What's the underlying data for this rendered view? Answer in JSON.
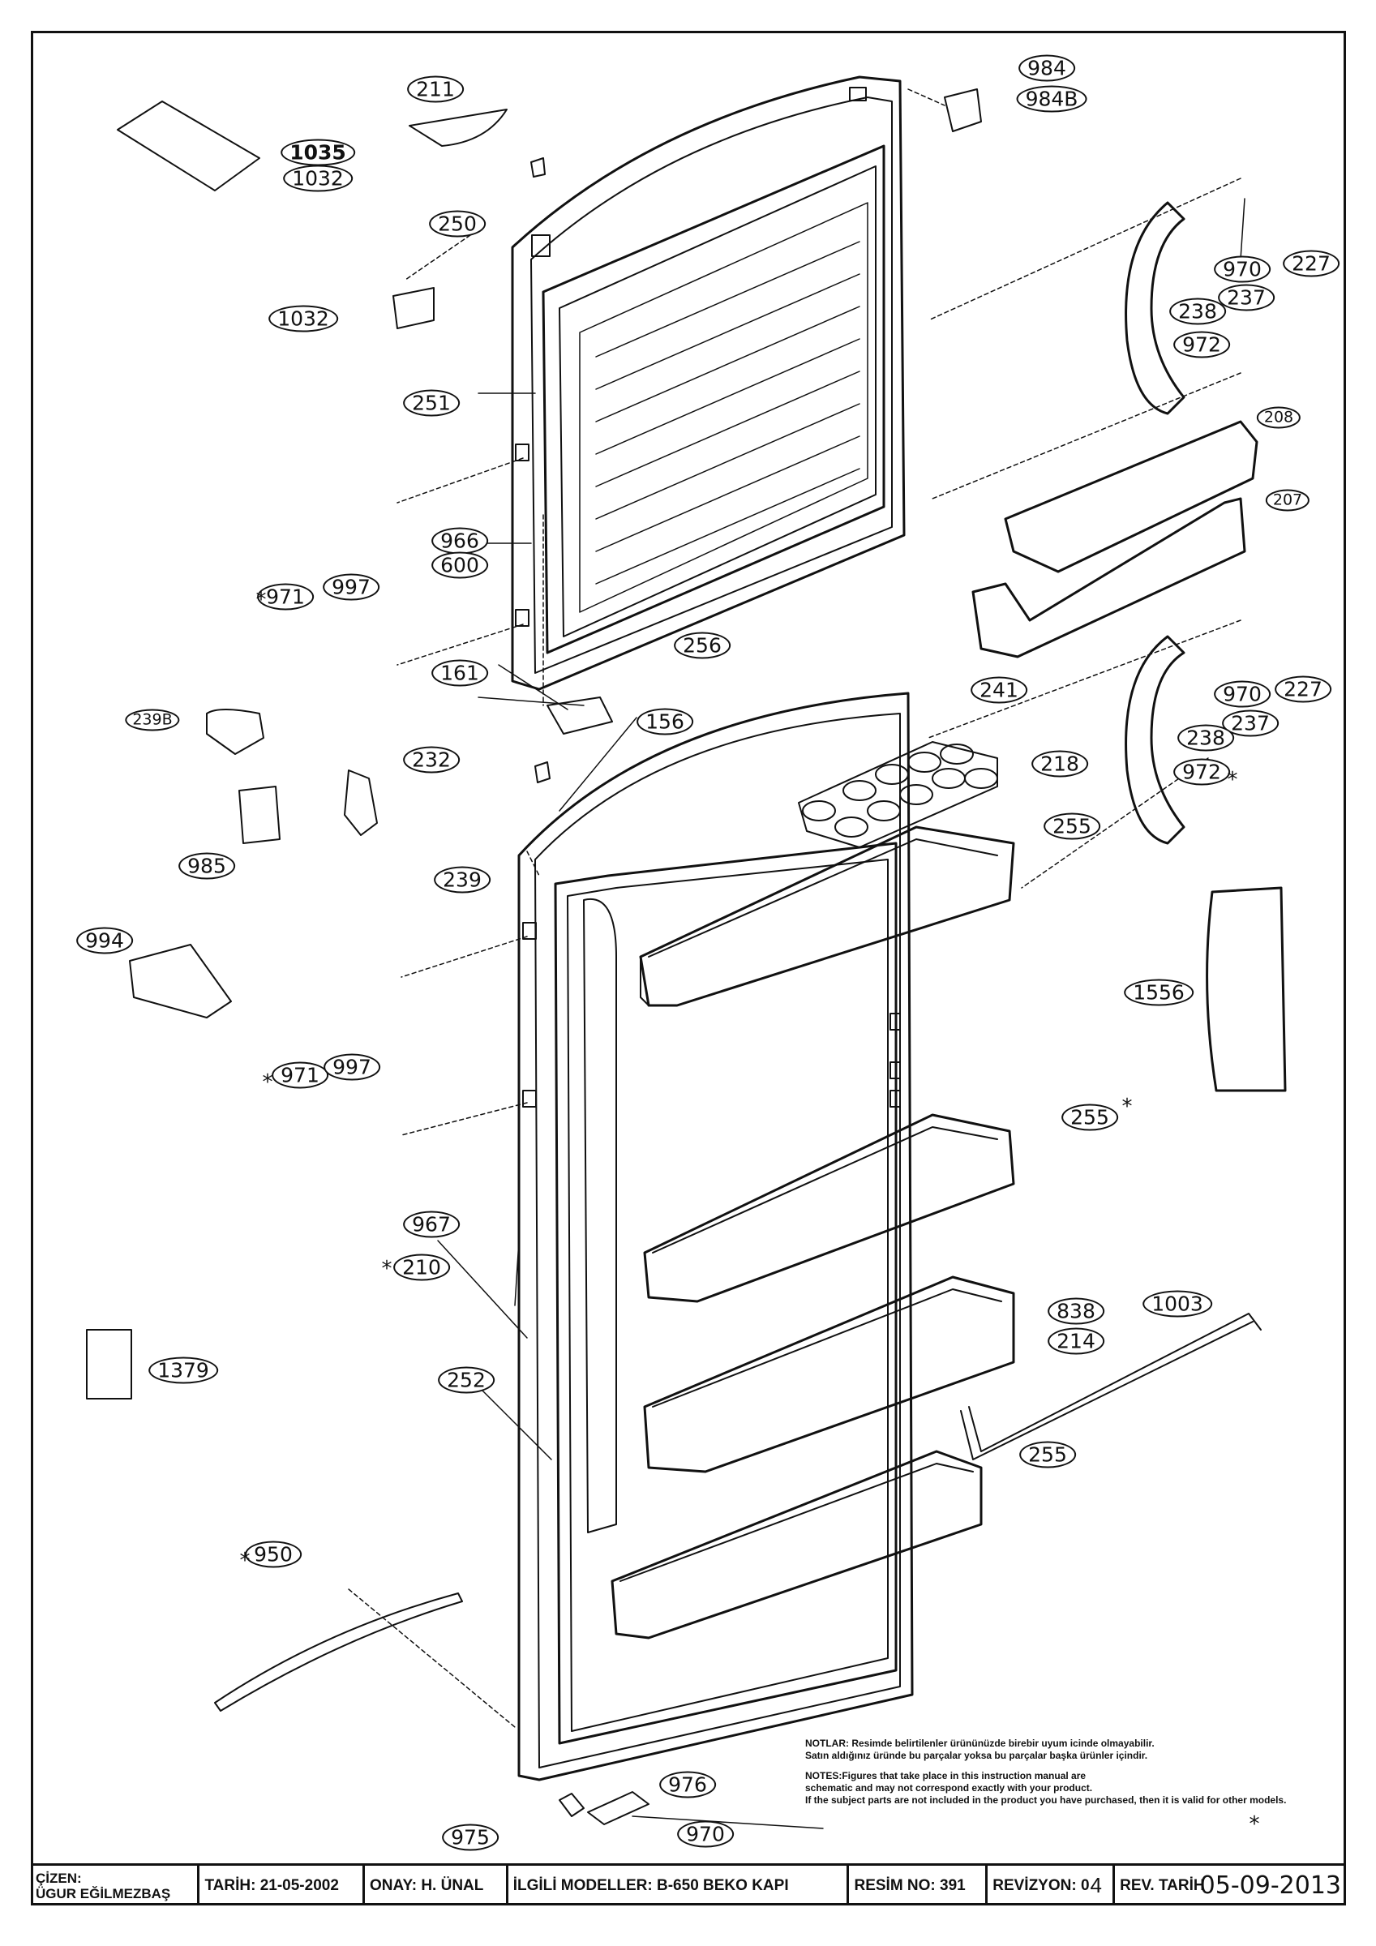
{
  "diagram": {
    "labels": [
      {
        "id": "211",
        "text": "211"
      },
      {
        "id": "1035",
        "text": "1035"
      },
      {
        "id": "1032a",
        "text": "1032"
      },
      {
        "id": "250",
        "text": "250"
      },
      {
        "id": "1032b",
        "text": "1032"
      },
      {
        "id": "251",
        "text": "251"
      },
      {
        "id": "966",
        "text": "966"
      },
      {
        "id": "600",
        "text": "600"
      },
      {
        "id": "971a",
        "text": "971"
      },
      {
        "id": "997a",
        "text": "997"
      },
      {
        "id": "256",
        "text": "256"
      },
      {
        "id": "161",
        "text": "161"
      },
      {
        "id": "239b",
        "text": "239B"
      },
      {
        "id": "156",
        "text": "156"
      },
      {
        "id": "232",
        "text": "232"
      },
      {
        "id": "985",
        "text": "985"
      },
      {
        "id": "239",
        "text": "239"
      },
      {
        "id": "994",
        "text": "994"
      },
      {
        "id": "971b",
        "text": "971"
      },
      {
        "id": "997b",
        "text": "997"
      },
      {
        "id": "967",
        "text": "967"
      },
      {
        "id": "210",
        "text": "210"
      },
      {
        "id": "1379",
        "text": "1379"
      },
      {
        "id": "252",
        "text": "252"
      },
      {
        "id": "950",
        "text": "950"
      },
      {
        "id": "975",
        "text": "975"
      },
      {
        "id": "976",
        "text": "976"
      },
      {
        "id": "970c",
        "text": "970"
      },
      {
        "id": "984",
        "text": "984"
      },
      {
        "id": "984b",
        "text": "984B"
      },
      {
        "id": "970a",
        "text": "970"
      },
      {
        "id": "227a",
        "text": "227"
      },
      {
        "id": "237a",
        "text": "237"
      },
      {
        "id": "238a",
        "text": "238"
      },
      {
        "id": "972a",
        "text": "972"
      },
      {
        "id": "208",
        "text": "208"
      },
      {
        "id": "207",
        "text": "207"
      },
      {
        "id": "241",
        "text": "241"
      },
      {
        "id": "970b",
        "text": "970"
      },
      {
        "id": "227b",
        "text": "227"
      },
      {
        "id": "237b",
        "text": "237"
      },
      {
        "id": "238b",
        "text": "238"
      },
      {
        "id": "972b",
        "text": "972"
      },
      {
        "id": "218",
        "text": "218"
      },
      {
        "id": "255a",
        "text": "255"
      },
      {
        "id": "1556",
        "text": "1556"
      },
      {
        "id": "255b",
        "text": "255"
      },
      {
        "id": "838",
        "text": "838"
      },
      {
        "id": "214",
        "text": "214"
      },
      {
        "id": "1003",
        "text": "1003"
      },
      {
        "id": "255c",
        "text": "255"
      }
    ],
    "asterisk": "*"
  },
  "notes": {
    "tr_line1": "NOTLAR: Resimde belirtilenler ürününüzde birebir  uyum icinde olmayabilir.",
    "tr_line2": "Satın aldığınız üründe bu parçalar yoksa bu parçalar başka ürünler içindir.",
    "en_line1": "NOTES:Figures that take place in this instruction manual are",
    "en_line2": "schematic  and may not correspond exactly with your product.",
    "en_line3": "If the subject parts are not included in the product you have purchased, then it is valid for other models."
  },
  "title_block": {
    "drawn_label": "ÇİZEN:",
    "drawn_by": "ÜGUR EĞİLMEZBAŞ",
    "date": "TARİH: 21-05-2002",
    "approval": "ONAY:   H. ÜNAL",
    "models": "İLGİLİ MODELLER: B-650 BEKO KAPI",
    "drawing_no": "RESİM NO: 391",
    "revision_label": "REVİZYON: 0",
    "revision_no": "4",
    "rev_date_label": "REV. TARİH",
    "rev_date": "05-09-2013"
  }
}
